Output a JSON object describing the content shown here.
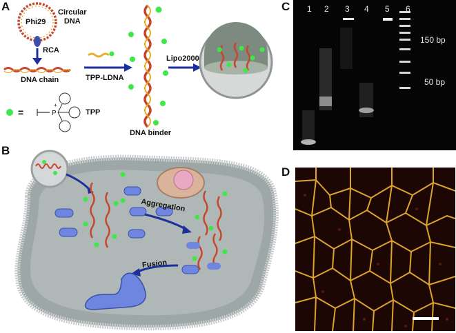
{
  "panels": {
    "A": "A",
    "B": "B",
    "C": "C",
    "D": "D"
  },
  "panel_a": {
    "phi29": "Phi29",
    "circular_dna": "Circular\nDNA",
    "rca": "RCA",
    "dna_chain": "DNA chain",
    "tpp_ldna": "TPP-LDNA",
    "lipo": "Lipo2000",
    "dna_binder": "DNA binder",
    "tpp": "TPP",
    "equals": "="
  },
  "panel_b": {
    "aggregation": "Aggregation",
    "fusion": "Fusion"
  },
  "panel_c": {
    "lanes": [
      "1",
      "2",
      "3",
      "4",
      "5",
      "6"
    ],
    "marker_150": "150 bp",
    "marker_50": "50 bp"
  },
  "colors": {
    "dna_red": "#c8462c",
    "dna_yellow": "#e6b030",
    "tpp_green": "#3ee84a",
    "arrow_blue": "#1c2f9a",
    "mito_blue": "#6f86e0",
    "cell_grey": "#b7bcbd"
  }
}
